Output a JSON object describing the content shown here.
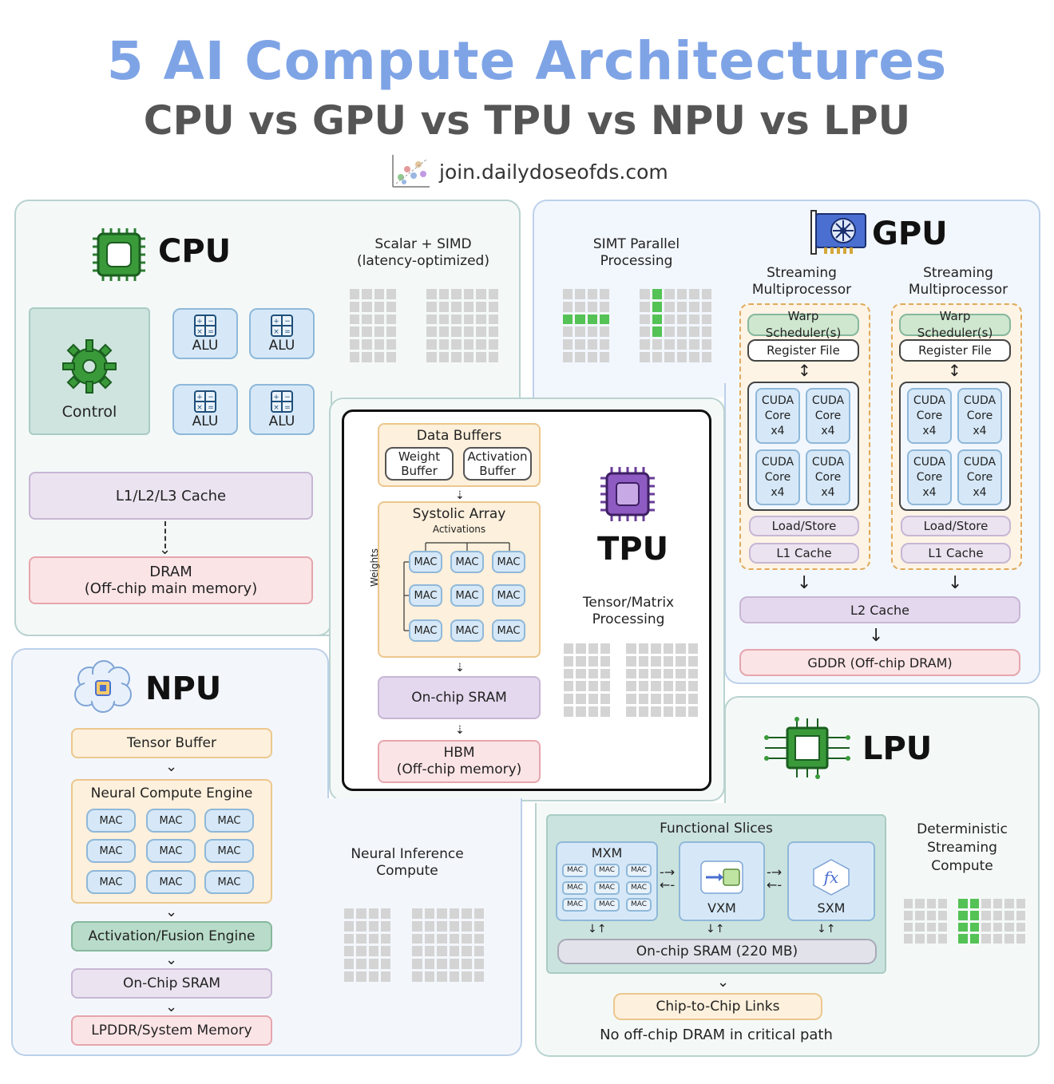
{
  "header": {
    "title": "5 AI Compute Architectures",
    "subtitle": "CPU vs GPU vs TPU vs NPU vs LPU",
    "site": "join.dailydoseofds.com"
  },
  "cpu": {
    "title": "CPU",
    "note": "Scalar + SIMD\n(latency-optimized)",
    "control": "Control",
    "alu": [
      "ALU",
      "ALU",
      "ALU",
      "ALU"
    ],
    "cache": "L1/L2/L3 Cache",
    "dram": "DRAM\n(Off-chip main memory)"
  },
  "gpu": {
    "title": "GPU",
    "note": "SIMT Parallel\nProcessing",
    "sm_label": "Streaming\nMultiprocessor",
    "warp": "Warp Scheduler(s)",
    "register": "Register File",
    "cuda": "CUDA\nCore\nx4",
    "loadstore": "Load/Store",
    "l1": "L1 Cache",
    "l2": "L2 Cache",
    "gddr": "GDDR (Off-chip DRAM)"
  },
  "tpu": {
    "title": "TPU",
    "note": "Tensor/Matrix\nProcessing",
    "data_buffers": "Data Buffers",
    "weight_buffer": "Weight\nBuffer",
    "activation_buffer": "Activation\nBuffer",
    "systolic": "Systolic Array",
    "activations": "Activations",
    "weights": "Weights",
    "mac": "MAC",
    "sram": "On-chip SRAM",
    "hbm": "HBM\n(Off-chip memory)"
  },
  "npu": {
    "title": "NPU",
    "note": "Neural Inference\nCompute",
    "tensor_buffer": "Tensor Buffer",
    "nce": "Neural Compute Engine",
    "mac": "MAC",
    "activation_fusion": "Activation/Fusion Engine",
    "sram": "On-Chip SRAM",
    "lpddr": "LPDDR/System Memory"
  },
  "lpu": {
    "title": "LPU",
    "note": "Deterministic\nStreaming\nCompute",
    "functional_slices": "Functional Slices",
    "mxm": "MXM",
    "vxm": "VXM",
    "sxm": "SXM",
    "fx": "fx",
    "mac": "MAC",
    "sram": "On-chip SRAM (220 MB)",
    "c2c": "Chip-to-Chip Links",
    "footer": "No off-chip DRAM in critical path"
  },
  "colors": {
    "title": "#7fa4e6",
    "grid_on": "#54c254",
    "grid_off": "#d4d4d4"
  }
}
